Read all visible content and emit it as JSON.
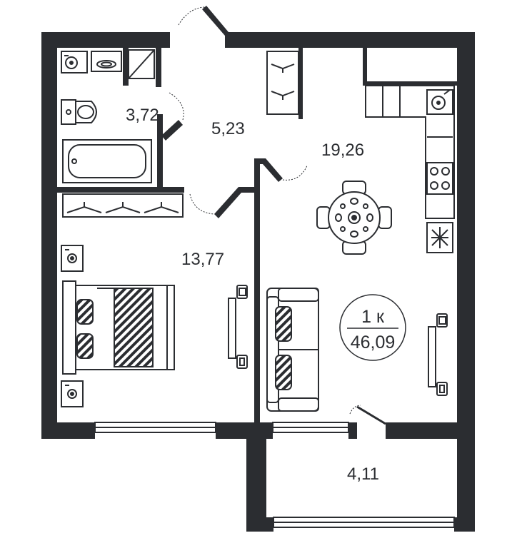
{
  "plan": {
    "rooms": [
      {
        "id": "bathroom",
        "area": "3,72"
      },
      {
        "id": "hall",
        "area": "5,23"
      },
      {
        "id": "living-kitchen",
        "area": "19,26"
      },
      {
        "id": "bedroom",
        "area": "13,77"
      },
      {
        "id": "balcony",
        "area": "4,11"
      }
    ],
    "summary": {
      "rooms": "1 к",
      "total_area": "46,09"
    }
  },
  "colors": {
    "wall": "#2b2d31",
    "furniture_stroke": "#2b2d31",
    "background": "#ffffff"
  }
}
